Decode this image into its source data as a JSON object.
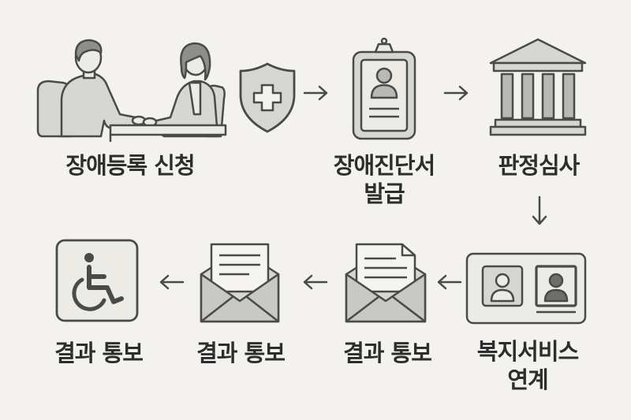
{
  "steps": [
    {
      "label": "장애등록 신청",
      "icon": "consultation-icon"
    },
    {
      "label": "장애진단서\n발급",
      "icon": "id-card-icon"
    },
    {
      "label": "판정심사",
      "icon": "government-building-icon"
    },
    {
      "label": "복지서비스\n연계",
      "icon": "linked-profiles-icon"
    },
    {
      "label": "결과 통보",
      "icon": "open-envelope-icon"
    },
    {
      "label": "결과 통보",
      "icon": "open-envelope-icon"
    },
    {
      "label": "결과 통보",
      "icon": "wheelchair-sign-icon"
    }
  ],
  "colors": {
    "stroke": "#4a4a4a",
    "fill": "#d6d6d2",
    "background": "#f3f2ee"
  }
}
